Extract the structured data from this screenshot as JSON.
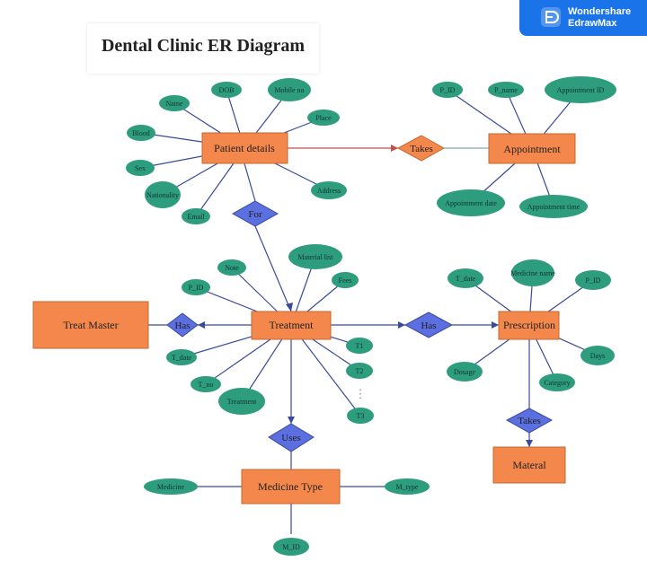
{
  "title": "Dental Clinic ER Diagram",
  "watermark": {
    "brand_line1": "Wondershare",
    "brand_line2": "EdrawMax",
    "bg_color": "#1a73e8"
  },
  "colors": {
    "entity": "#f4874b",
    "attribute": "#2e9d7e",
    "relationship": "#5b6fe0",
    "line": "#3a4a9a"
  },
  "entities": {
    "patient": "Patient details",
    "appointment": "Appointment",
    "treat_master": "Treat Master",
    "treatment": "Treatment",
    "prescription": "Prescription",
    "material": "Materal",
    "medicine_type": "Medicine Type"
  },
  "relationships": {
    "takes_1": "Takes",
    "for": "For",
    "has_1": "Has",
    "has_2": "Has",
    "uses": "Uses",
    "takes_2": "Takes"
  },
  "attributes": {
    "patient": [
      "Name",
      "DOB",
      "Mobile no",
      "Place",
      "Blood",
      "Sex",
      "Nationality",
      "Email",
      "Address"
    ],
    "appointment": [
      "P_ID",
      "P_name",
      "Appointment ID",
      "Appointment date",
      "Appointment time"
    ],
    "treatment": [
      "Note",
      "Material list",
      "P_ID",
      "Fees",
      "T_date",
      "T_no",
      "Treatment",
      "T1",
      "T2",
      "T3"
    ],
    "prescription": [
      "T_date",
      "Medicine name",
      "P_ID",
      "Dosage",
      "Category",
      "Days"
    ],
    "medicine_type": [
      "Medicine",
      "M_type",
      "M_ID"
    ]
  },
  "ellipsis": "⋮"
}
